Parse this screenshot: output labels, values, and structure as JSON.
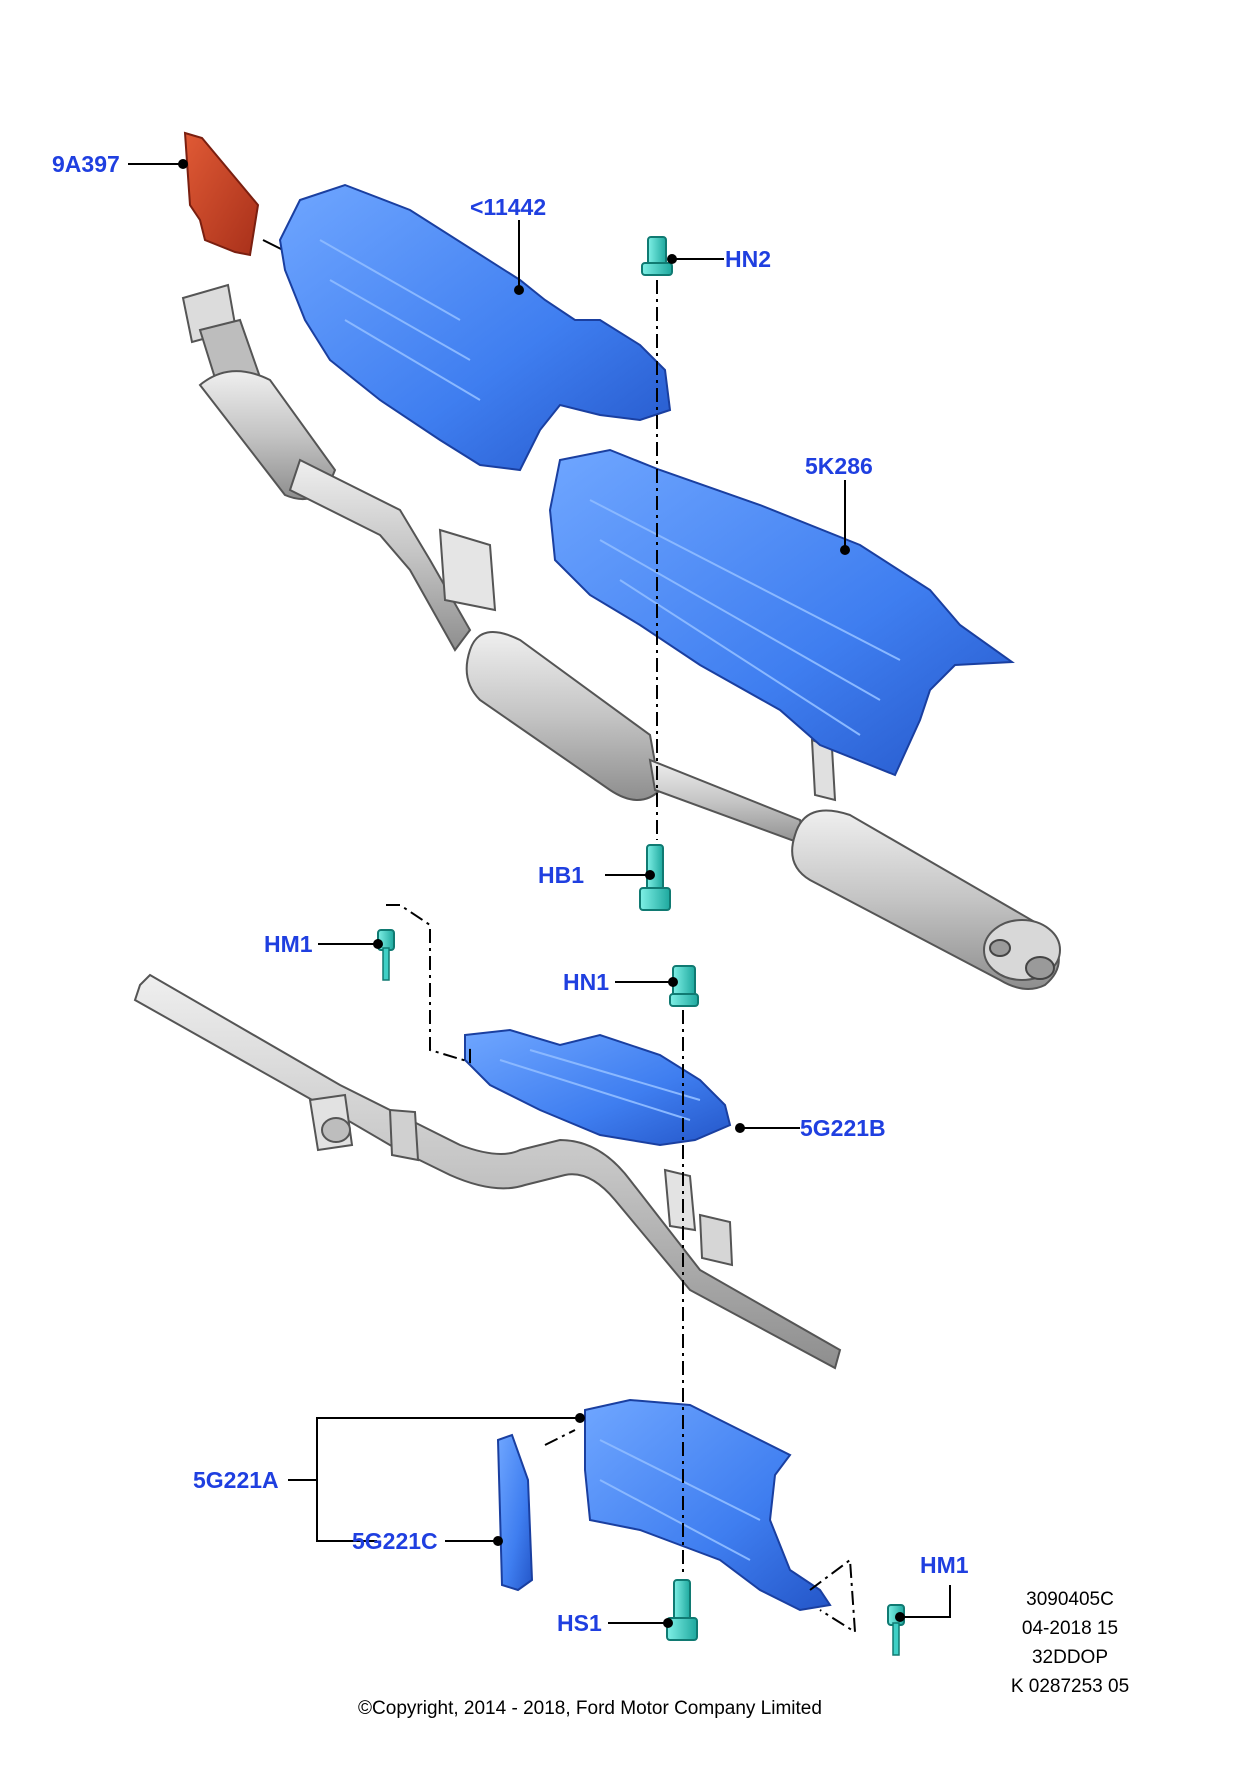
{
  "colors": {
    "label": "#1f3fe0",
    "shield_blue": "#3f7ef0",
    "shield_blue_dark": "#2456c8",
    "shield_red": "#c9401f",
    "fastener": "#3fd0c6",
    "pipe": "#c9c9c9",
    "pipe_dark": "#8a8a8a",
    "line": "#000000"
  },
  "callouts": {
    "c9a397": "9A397",
    "c11442": "<11442",
    "hn2": "HN2",
    "c5k286": "5K286",
    "hb1": "HB1",
    "hm1_top": "HM1",
    "hn1": "HN1",
    "c5g221b": "5G221B",
    "c5g221a": "5G221A",
    "c5g221c": "5G221C",
    "hm1_bottom": "HM1",
    "hs1": "HS1"
  },
  "info": {
    "line1": "3090405C",
    "line2": "04-2018 15",
    "line3": "32DDOP",
    "line4": "K 0287253 05"
  },
  "copyright": "©Copyright, 2014 - 2018, Ford Motor Company Limited"
}
